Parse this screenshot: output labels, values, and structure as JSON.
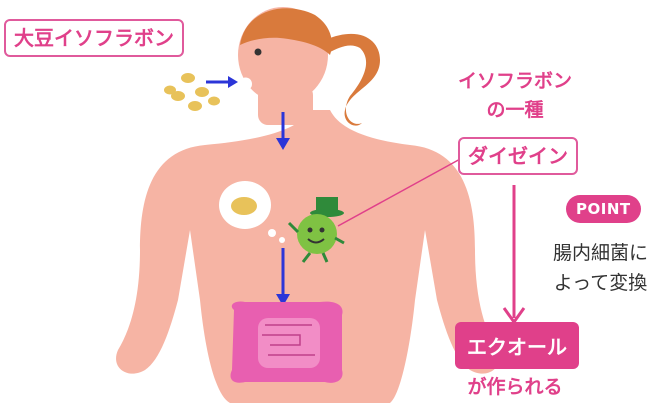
{
  "labels": {
    "soy_isoflavone": "大豆イソフラボン",
    "isoflavone_type_line1": "イソフラボン",
    "isoflavone_type_line2": "の一種",
    "daidzein": "ダイゼイン",
    "point_badge": "POINT",
    "bacteria_line1": "腸内細菌に",
    "bacteria_line2": "よって変換",
    "equol": "エクオール",
    "produced": "が作られる"
  },
  "colors": {
    "accent_pink": "#e0408a",
    "arrow_blue": "#2b35d8",
    "skin": "#f6b4a4",
    "intestine": "#e85fb0"
  }
}
